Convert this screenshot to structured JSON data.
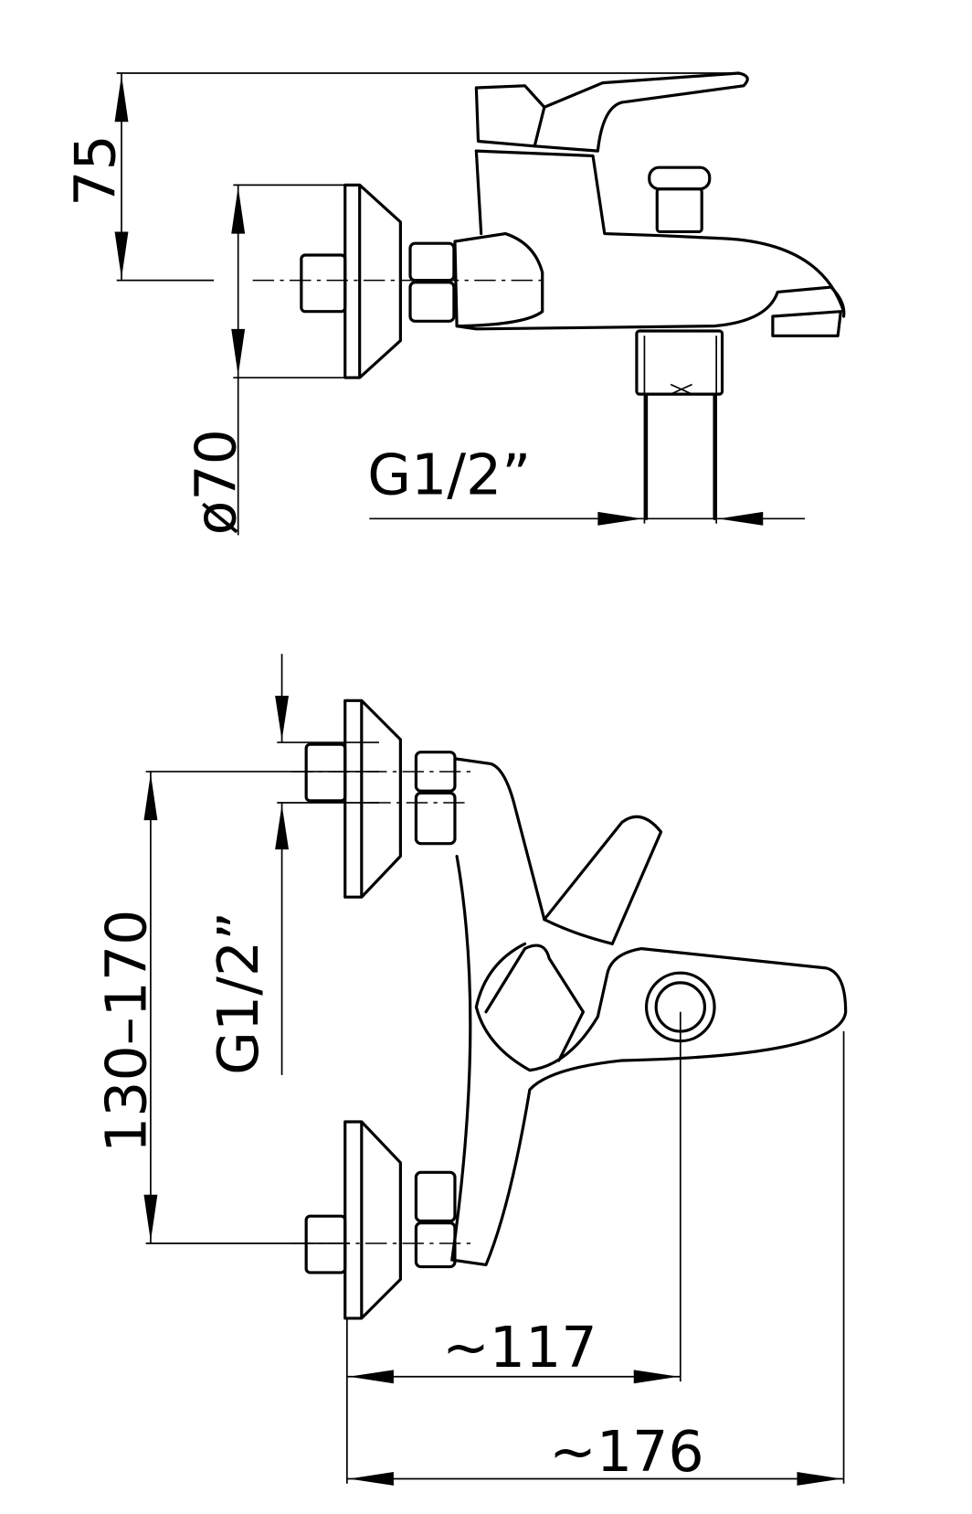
{
  "side_view": {
    "height_dim": "75",
    "flange_diameter_dim": "ø70",
    "outlet_thread_dim": "G1/2”"
  },
  "front_view": {
    "inlet_centers_dim": "130–170",
    "inlet_thread_dim": "G1/2”",
    "handle_offset_dim": "~117",
    "overall_depth_dim": "~176"
  }
}
